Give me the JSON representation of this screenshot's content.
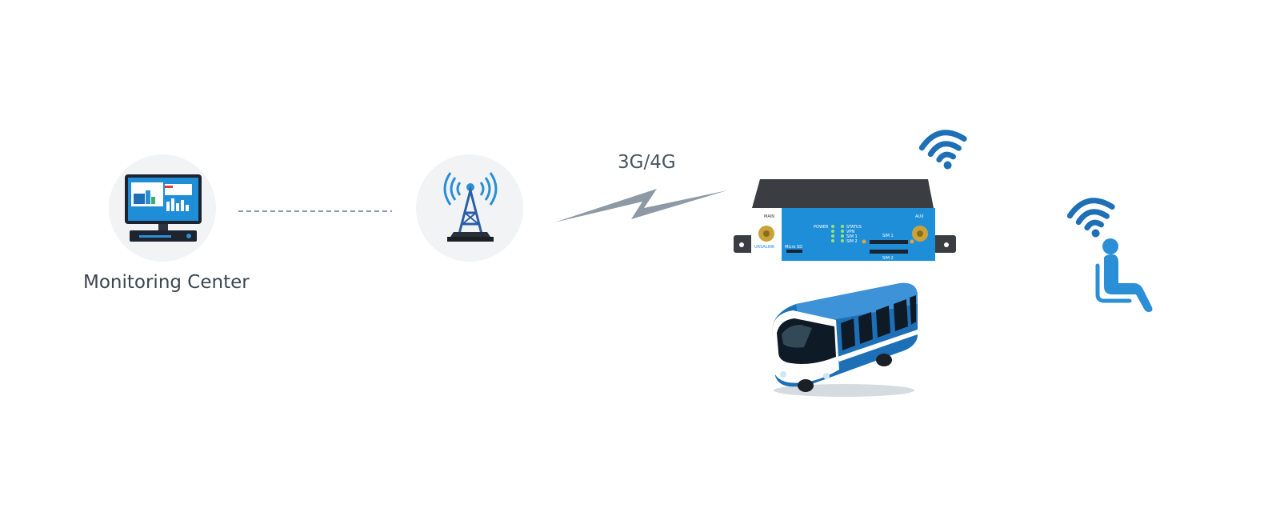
{
  "nodes": {
    "monitoring_center": {
      "label": "Monitoring Center",
      "icon": "computer-icon"
    },
    "cell_tower": {
      "icon": "cell-tower-icon"
    },
    "router": {
      "icon": "router-icon",
      "port_labels": {
        "main": "MAIN",
        "aux": "AUX",
        "power": "POWER",
        "status": "STATUS",
        "vpn": "VPN",
        "sim1": "SIM 1",
        "sim2": "SIM 2",
        "micro_sd": "Micro SD",
        "brand": "URSALINK"
      }
    },
    "bus": {
      "icon": "bus-icon"
    },
    "passenger": {
      "icon": "seated-passenger-icon"
    }
  },
  "links": {
    "cellular": {
      "label": "3G/4G",
      "icon": "lightning-link-icon"
    },
    "wired": {
      "style": "dashed"
    }
  },
  "colors": {
    "accent_blue": "#2a8fd6",
    "router_blue": "#1f8ed8",
    "router_top": "#3a3d41",
    "circle_bg": "#f2f3f5",
    "text": "#3c4650",
    "link_grey": "#9aa6b0"
  }
}
